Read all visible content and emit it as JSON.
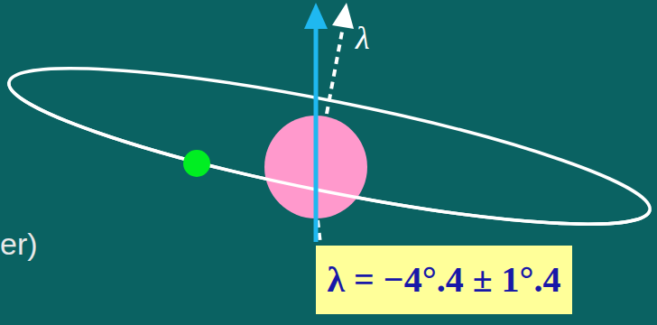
{
  "diagram": {
    "nodes": [
      {
        "text": [
          "λ = −4°.4 ± 1°.4"
        ]
      }
    ],
    "labels": [
      "λ",
      "er)"
    ]
  }
}
